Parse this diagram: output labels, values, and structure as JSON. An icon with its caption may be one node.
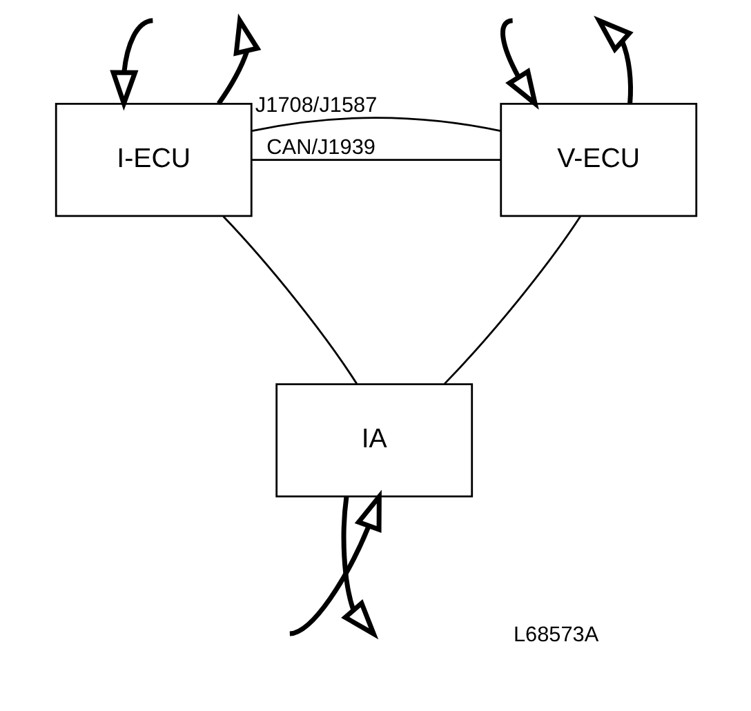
{
  "diagram": {
    "nodes": [
      {
        "text": [
          "I-ECU"
        ]
      },
      {
        "text": [
          "V-ECU"
        ]
      },
      {
        "text": [
          "IA"
        ]
      }
    ],
    "edges": [
      {
        "from": null,
        "to": 0,
        "arrow": "to"
      },
      {
        "from": 0,
        "to": null,
        "arrow": "to"
      },
      {
        "from": null,
        "to": 1,
        "arrow": "to"
      },
      {
        "from": 1,
        "to": null,
        "arrow": "to"
      },
      {
        "from": 0,
        "to": 1,
        "arrow": "none",
        "label": "CAN/J1939"
      },
      {
        "from": 0,
        "to": 1,
        "arrow": "none",
        "label": "J1708/J1587"
      },
      {
        "from": 2,
        "to": 0,
        "arrow": "none"
      },
      {
        "from": 2,
        "to": 1,
        "arrow": "none"
      },
      {
        "from": null,
        "to": 2,
        "arrow": "to"
      },
      {
        "from": 2,
        "to": null,
        "arrow": "to"
      }
    ],
    "labels": [
      "L68573A"
    ]
  }
}
